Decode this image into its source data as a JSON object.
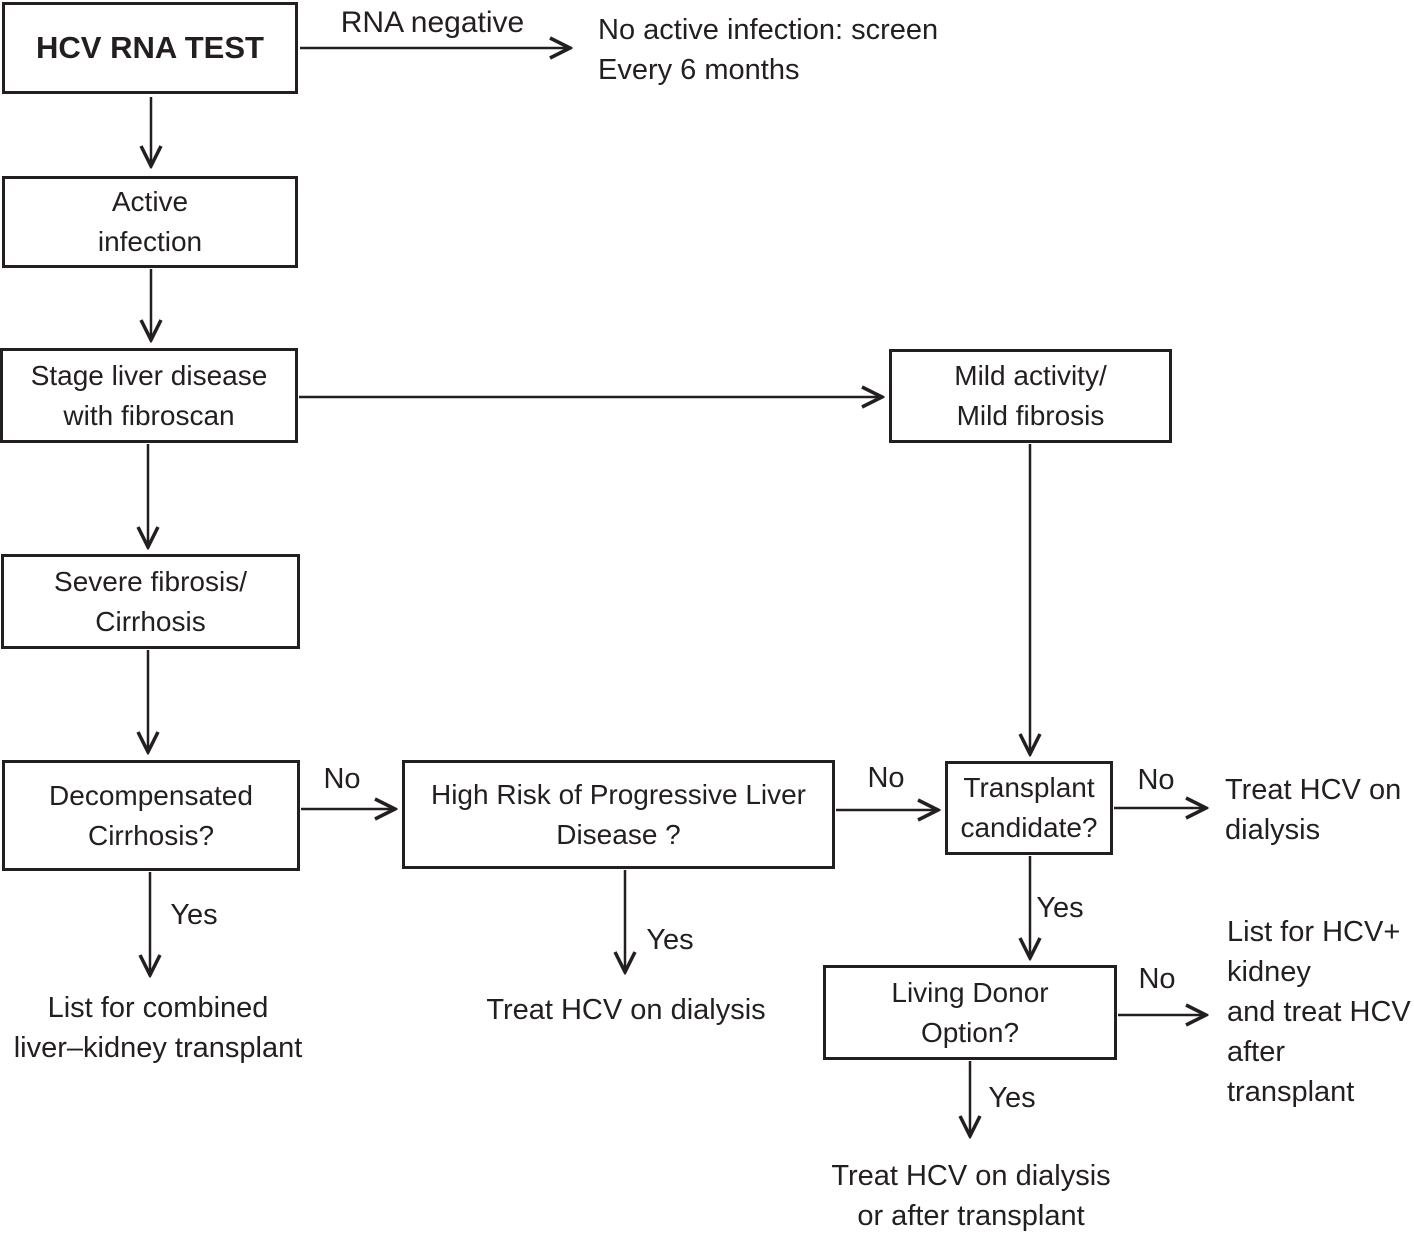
{
  "boxes": {
    "hcv_rna_test": {
      "lines": [
        "HCV RNA TEST"
      ]
    },
    "active_infection": {
      "lines": [
        "Active",
        "infection"
      ]
    },
    "stage_liver": {
      "lines": [
        "Stage liver disease",
        "with fibroscan"
      ]
    },
    "mild_activity": {
      "lines": [
        "Mild activity/",
        "Mild fibrosis"
      ]
    },
    "severe_fibrosis": {
      "lines": [
        "Severe fibrosis/",
        "Cirrhosis"
      ]
    },
    "decompensated_cirrhosis": {
      "lines": [
        "Decompensated",
        "Cirrhosis?"
      ]
    },
    "high_risk": {
      "lines": [
        "High Risk of Progressive Liver",
        "Disease ?"
      ]
    },
    "transplant_candidate": {
      "lines": [
        "Transplant",
        "candidate?"
      ]
    },
    "living_donor": {
      "lines": [
        "Living Donor",
        "Option?"
      ]
    }
  },
  "edge_labels": {
    "rna_negative": "RNA negative",
    "no": "No",
    "yes": "Yes"
  },
  "outcomes": {
    "no_active_infection": {
      "lines": [
        "No active infection: screen",
        "Every 6 months"
      ]
    },
    "combined_transplant": {
      "lines": [
        "List for combined",
        "liver–kidney transplant"
      ]
    },
    "treat_on_dialysis": {
      "lines": [
        "Treat HCV on dialysis"
      ]
    },
    "treat_on_dialysis_wrapped": {
      "lines": [
        "Treat HCV on",
        "dialysis"
      ]
    },
    "hcv_positive_kidney": {
      "lines": [
        "List for HCV+",
        "kidney",
        "and treat HCV",
        "after",
        "transplant"
      ]
    },
    "treat_dialysis_or_after": {
      "lines": [
        "Treat HCV on dialysis",
        "or after transplant"
      ]
    }
  },
  "colors": {
    "line": "#231f20",
    "background": "#ffffff"
  }
}
